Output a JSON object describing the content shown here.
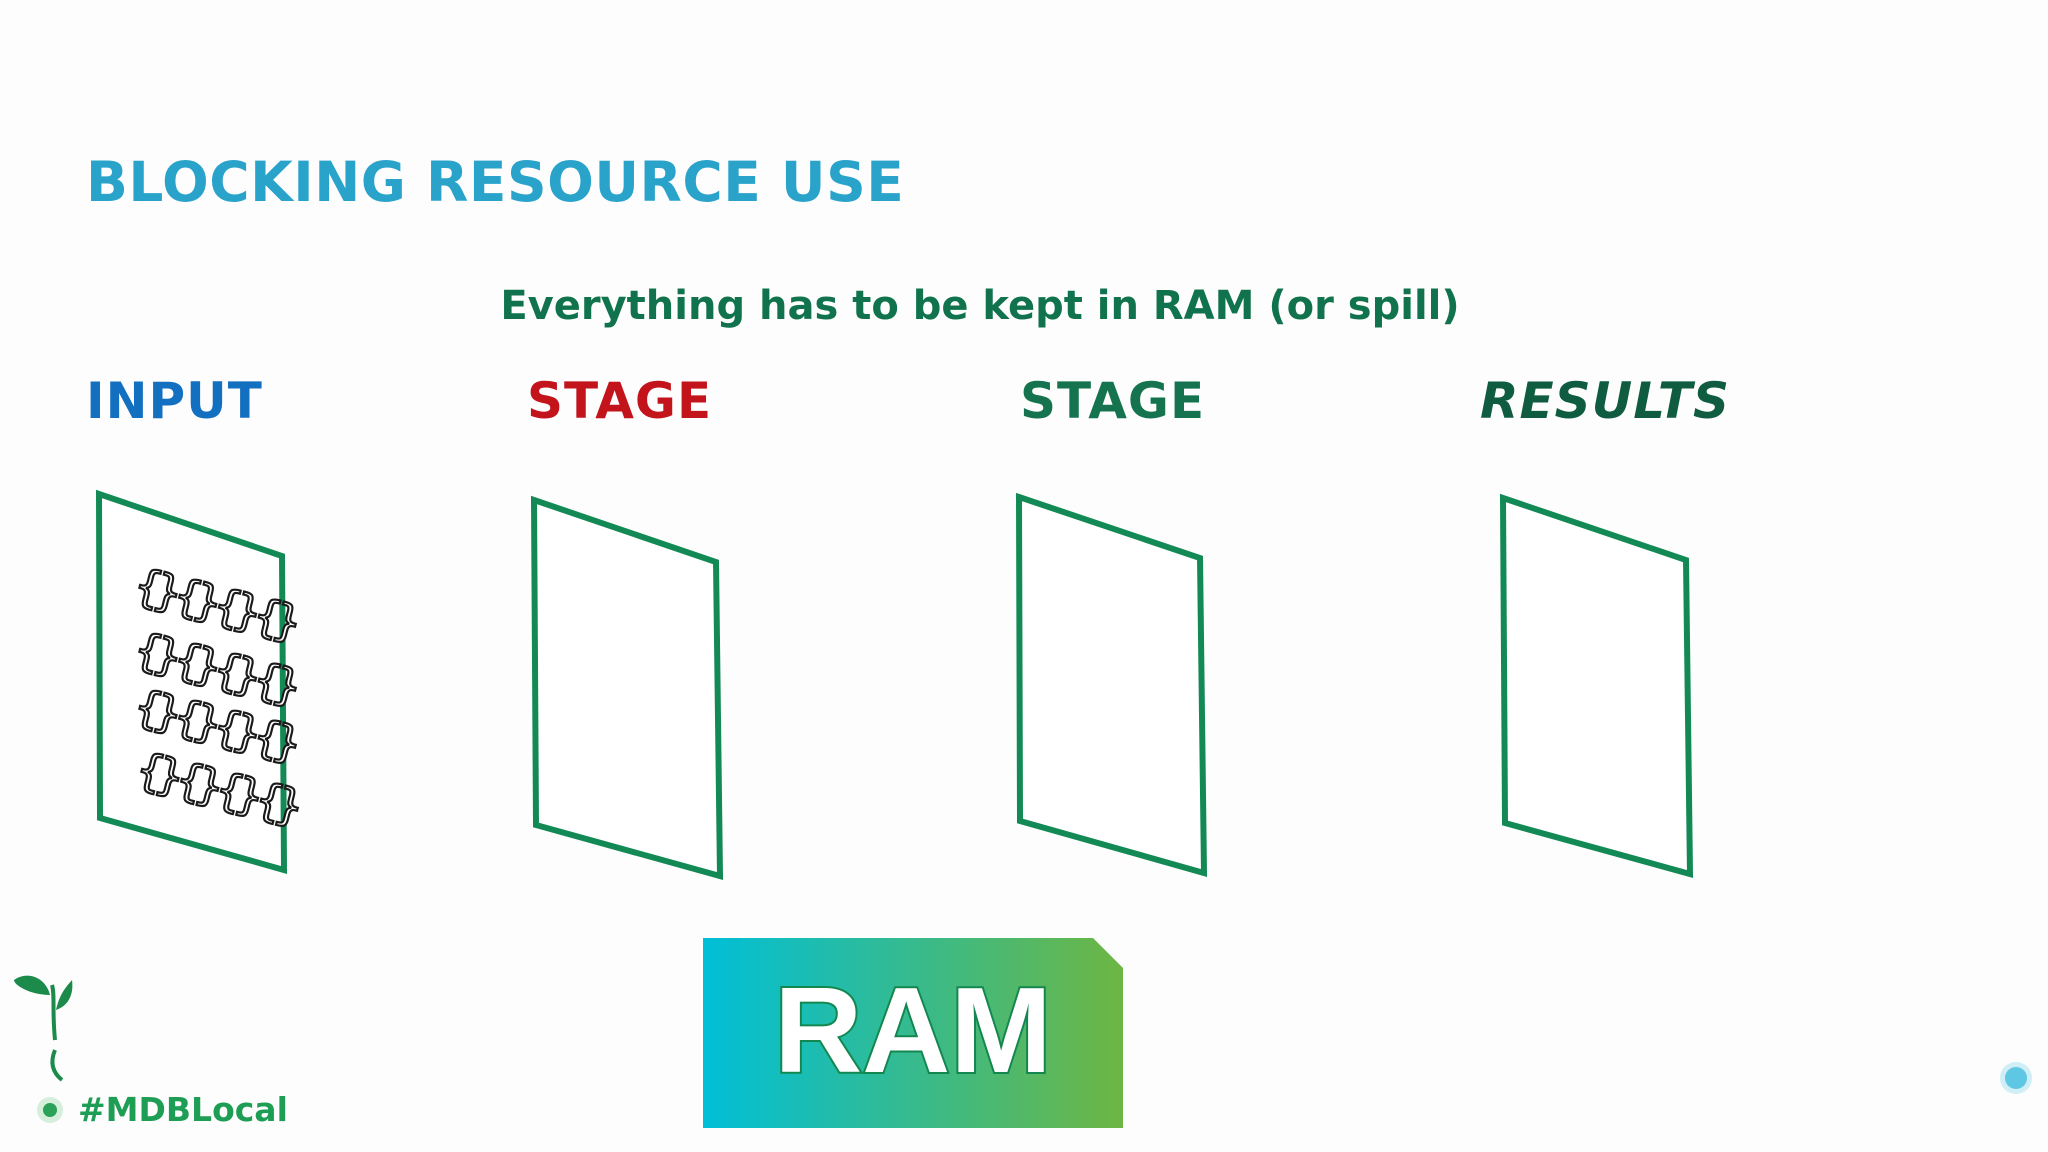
{
  "slide": {
    "title": "BLOCKING RESOURCE USE",
    "subtitle": "Everything has to be kept in RAM (or spill)",
    "hashtag": "#MDBLocal"
  },
  "columns": [
    {
      "label": "INPUT",
      "color": "#1370c0"
    },
    {
      "label": "STAGE",
      "color": "#c3141c"
    },
    {
      "label": "STAGE",
      "color": "#15744f"
    },
    {
      "label": "RESULTS",
      "color": "#0f5c41"
    }
  ],
  "input_documents": [
    "{}{}{}{}",
    "{}{}{}{}",
    "{}{}{}{}",
    "{}{}{}{}"
  ],
  "ram": {
    "label": "RAM",
    "gradient_start": "#00bfd8",
    "gradient_end": "#6db643"
  },
  "colors": {
    "title": "#2aa3cb",
    "frame": "#138a55",
    "timeline": "#3db36b",
    "sprout": "#1b8a4a"
  },
  "icons": [
    "sprout-icon",
    "timeline-end-dot-icon",
    "timeline-start-dot-icon"
  ]
}
